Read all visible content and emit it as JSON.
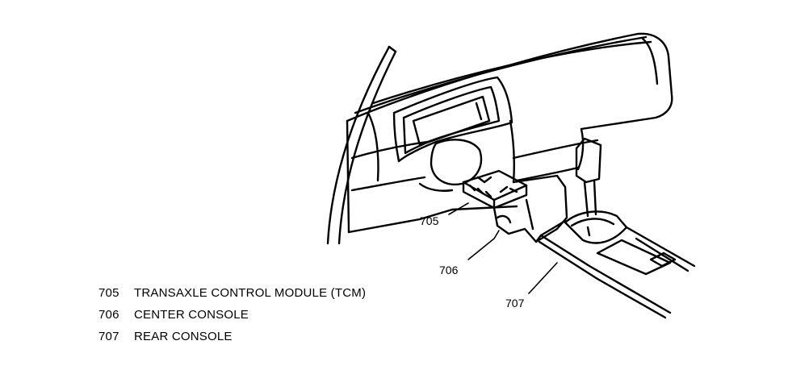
{
  "callouts": {
    "c705": "705",
    "c706": "706",
    "c707": "707"
  },
  "legend": {
    "items": [
      {
        "number": "705",
        "label": "TRANSAXLE CONTROL MODULE (TCM)"
      },
      {
        "number": "706",
        "label": "CENTER CONSOLE"
      },
      {
        "number": "707",
        "label": "REAR CONSOLE"
      }
    ]
  }
}
